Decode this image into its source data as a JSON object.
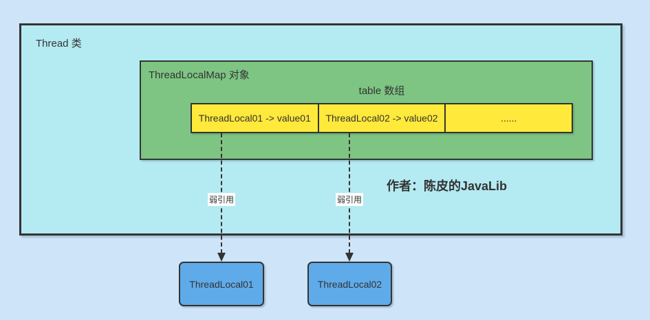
{
  "diagram": {
    "thread_box": {
      "label": "Thread 类"
    },
    "map_box": {
      "label": "ThreadLocalMap 对象"
    },
    "table": {
      "label": "table 数组",
      "cells": [
        "ThreadLocal01 -> value01",
        "ThreadLocal02 -> value02",
        "......"
      ]
    },
    "weak_refs": {
      "label1": "弱引用",
      "label2": "弱引用"
    },
    "author": "作者：陈皮的JavaLib",
    "threadlocals": [
      "ThreadLocal01",
      "ThreadLocal02"
    ],
    "colors": {
      "page_bg": "#cde4f9",
      "thread_box_bg": "#b4eaf2",
      "map_box_bg": "#7ec583",
      "cell_bg": "#ffe93b",
      "node_bg": "#5fabea",
      "border": "#333333",
      "text": "#333333"
    }
  }
}
